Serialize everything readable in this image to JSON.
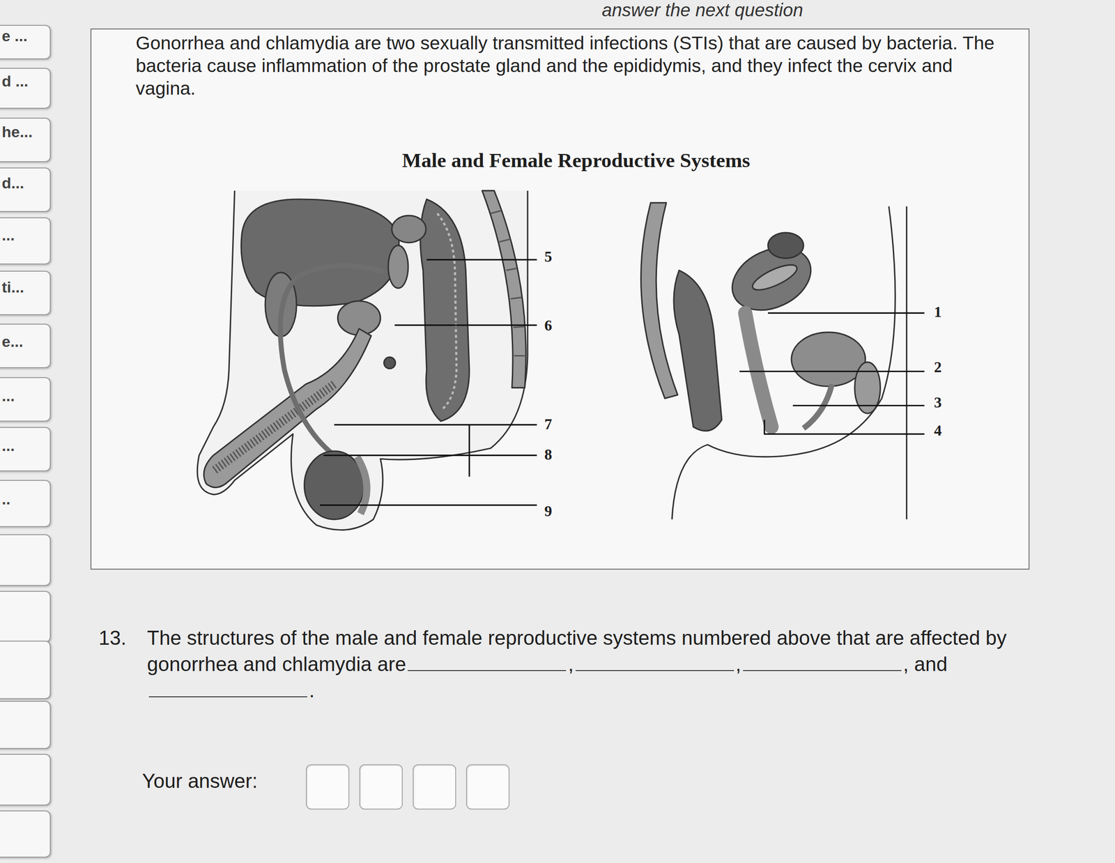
{
  "diagram": {
    "title": "Male and Female Reproductive Systems",
    "labels": [
      "answer the next question",
      "e ...",
      "d ...",
      "he...",
      "d...",
      "...",
      "ti...",
      "e...",
      "...",
      "...",
      "..",
      "Gonorrhea and chlamydia are two sexually transmitted infections (STIs) that are caused by bacteria. The bacteria cause inflammation of the prostate gland and the epididymis, and they infect the cervix and vagina.",
      "5",
      "6",
      "7",
      "8",
      "9",
      "1",
      "2",
      "3",
      "4",
      "13.",
      "The structures of the male and female reproductive systems numbered above that are affected by gonorrhea and chlamydia are",
      ",",
      ",",
      ", and",
      ".",
      "Your answer:"
    ]
  }
}
